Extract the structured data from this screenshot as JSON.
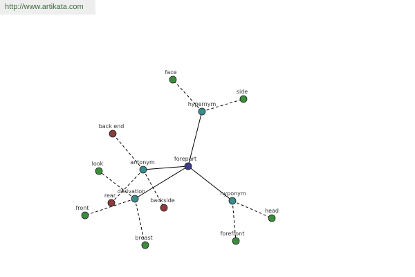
{
  "source": {
    "url": "http://www.artikata.com"
  },
  "colors": {
    "term": "#3c3c8c",
    "relation": "#3c8c8c",
    "related_word": "#3c8c3c",
    "opposite_word": "#8c3c3c",
    "edge": "#000000",
    "node_outline": "#1e1e1e"
  },
  "graph": {
    "nodes": [
      {
        "id": "forepart",
        "label": "forepart",
        "kind": "term"
      },
      {
        "id": "hypernym",
        "label": "hypernym",
        "kind": "relation"
      },
      {
        "id": "antonym",
        "label": "antonym",
        "kind": "relation"
      },
      {
        "id": "derivation",
        "label": "derivation",
        "kind": "relation"
      },
      {
        "id": "hyponym",
        "label": "hyponym",
        "kind": "relation"
      },
      {
        "id": "face",
        "label": "face",
        "kind": "related_word"
      },
      {
        "id": "side",
        "label": "side",
        "kind": "related_word"
      },
      {
        "id": "back-end",
        "label": "back end",
        "kind": "opposite_word"
      },
      {
        "id": "look",
        "label": "look",
        "kind": "related_word"
      },
      {
        "id": "rear",
        "label": "rear",
        "kind": "opposite_word"
      },
      {
        "id": "backside",
        "label": "backside",
        "kind": "opposite_word"
      },
      {
        "id": "front",
        "label": "front",
        "kind": "related_word"
      },
      {
        "id": "breast",
        "label": "breast",
        "kind": "related_word"
      },
      {
        "id": "head",
        "label": "head",
        "kind": "related_word"
      },
      {
        "id": "forefront",
        "label": "forefront",
        "kind": "related_word"
      }
    ],
    "edges": [
      {
        "from": "forepart",
        "to": "hypernym",
        "style": "solid"
      },
      {
        "from": "forepart",
        "to": "antonym",
        "style": "solid"
      },
      {
        "from": "forepart",
        "to": "derivation",
        "style": "solid"
      },
      {
        "from": "forepart",
        "to": "hyponym",
        "style": "solid"
      },
      {
        "from": "hypernym",
        "to": "face",
        "style": "dashed"
      },
      {
        "from": "hypernym",
        "to": "side",
        "style": "dashed"
      },
      {
        "from": "antonym",
        "to": "back-end",
        "style": "dashed"
      },
      {
        "from": "antonym",
        "to": "rear",
        "style": "dashed"
      },
      {
        "from": "antonym",
        "to": "backside",
        "style": "dashed"
      },
      {
        "from": "derivation",
        "to": "look",
        "style": "dashed"
      },
      {
        "from": "derivation",
        "to": "front",
        "style": "dashed"
      },
      {
        "from": "derivation",
        "to": "breast",
        "style": "dashed"
      },
      {
        "from": "hyponym",
        "to": "head",
        "style": "dashed"
      },
      {
        "from": "hyponym",
        "to": "forefront",
        "style": "dashed"
      }
    ]
  }
}
